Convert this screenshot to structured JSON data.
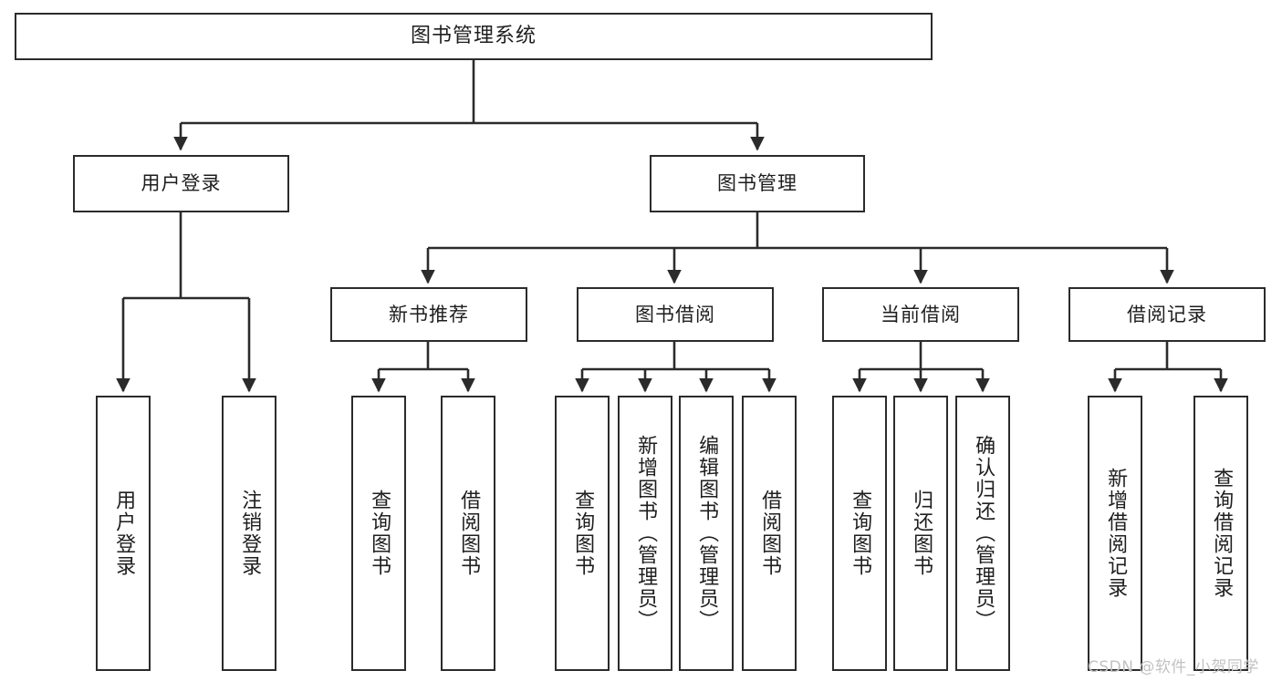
{
  "diagram": {
    "kind": "tree-hierarchy-chart",
    "title": "图书管理系统",
    "background_color": "#ffffff",
    "line_color": "#2b2b2b",
    "box_border_color": "#2b2b2b",
    "box_fill_color": "#ffffff",
    "text_color": "#1e1e1e",
    "nodes": {
      "root": {
        "label": "图书管理系统"
      },
      "level2": [
        {
          "id": "user-login",
          "label": "用户登录"
        },
        {
          "id": "book-manage",
          "label": "图书管理"
        }
      ],
      "level3": [
        {
          "id": "new-book-recommend",
          "label": "新书推荐"
        },
        {
          "id": "book-borrow",
          "label": "图书借阅"
        },
        {
          "id": "current-borrow",
          "label": "当前借阅"
        },
        {
          "id": "borrow-record",
          "label": "借阅记录"
        }
      ],
      "leaves_user_login": [
        {
          "id": "leaf-user-login",
          "label": "用户登录"
        },
        {
          "id": "leaf-logout-login",
          "label": "注销登录"
        }
      ],
      "leaves_new_book_recommend": [
        {
          "id": "leaf-query-book-1",
          "label": "查询图书"
        },
        {
          "id": "leaf-borrow-book-1",
          "label": "借阅图书"
        }
      ],
      "leaves_book_borrow": [
        {
          "id": "leaf-query-book-2",
          "label": "查询图书"
        },
        {
          "id": "leaf-add-book",
          "label": "新增图书（管理员）"
        },
        {
          "id": "leaf-edit-book",
          "label": "编辑图书（管理员）"
        },
        {
          "id": "leaf-borrow-book-2",
          "label": "借阅图书"
        }
      ],
      "leaves_current_borrow": [
        {
          "id": "leaf-query-book-3",
          "label": "查询图书"
        },
        {
          "id": "leaf-return-book",
          "label": "归还图书"
        },
        {
          "id": "leaf-confirm-return",
          "label": "确认归还（管理员）"
        }
      ],
      "leaves_borrow_record": [
        {
          "id": "leaf-add-borrow-record",
          "label": "新增借阅记录"
        },
        {
          "id": "leaf-query-borrow-record",
          "label": "查询借阅记录"
        }
      ]
    },
    "watermark": "CSDN @软件_小贺同学"
  }
}
